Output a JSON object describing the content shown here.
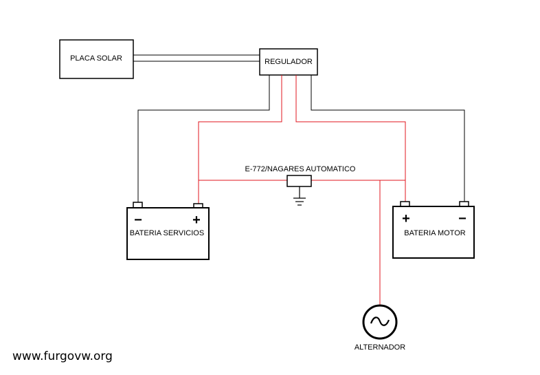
{
  "diagram": {
    "solar_panel_label": "PLACA SOLAR",
    "regulator_label": "REGULADOR",
    "service_battery_label": "BATERIA SERVICIOS",
    "engine_battery_label": "BATERIA MOTOR",
    "relay_label": "E-772/NAGARES AUTOMATICO",
    "alternator_label": "ALTERNADOR",
    "minus_sign": "−",
    "plus_sign": "+",
    "watermark": "www.furgovw.org",
    "colors": {
      "positive_wire": "#e0141e",
      "negative_wire": "#000000",
      "outline": "#000000"
    }
  }
}
